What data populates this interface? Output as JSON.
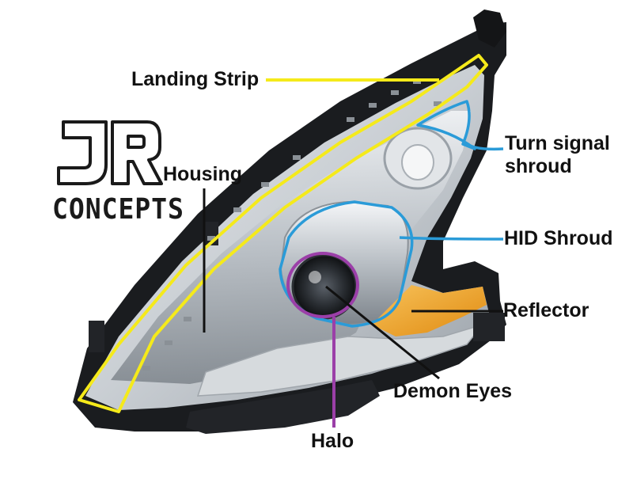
{
  "logo": {
    "monogram": "JR",
    "word": "CONCEPTS"
  },
  "labels": {
    "landing_strip": "Landing Strip",
    "housing": "Housing",
    "turn_signal_shroud": "Turn signal shroud",
    "hid_shroud": "HID Shroud",
    "reflector": "Reflector",
    "demon_eyes": "Demon Eyes",
    "halo": "Halo"
  },
  "colors": {
    "landing_strip": "#f5ea1a",
    "shroud_outline": "#2a9bd8",
    "halo": "#9b3fa8",
    "leader_black": "#111111",
    "reflector_amber": "#f0a020"
  }
}
